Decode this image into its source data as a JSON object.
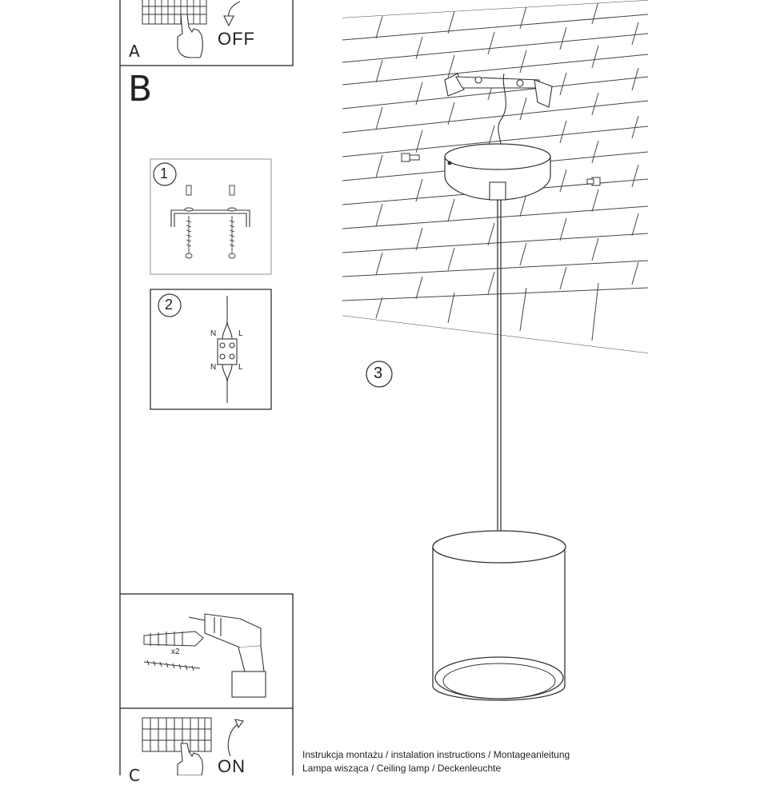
{
  "panels": {
    "a": {
      "letter": "A",
      "switch_state": "OFF"
    },
    "b": {
      "letter": "B",
      "steps": {
        "one": "1",
        "two": "2",
        "three": "3"
      },
      "wire_labels": {
        "neutral": "N",
        "live": "L"
      }
    },
    "c": {
      "letter": "C",
      "switch_state": "ON",
      "quantity": "x2"
    }
  },
  "captions": {
    "line1": "Instrukcja montażu / instalation instructions / Montageanleitung",
    "line2": "Lampa wisząca / Ceiling lamp / Deckenleuchte"
  },
  "colors": {
    "ink": "#222222",
    "paper": "#ffffff"
  },
  "icons": [
    "breaker-panel-icon",
    "hand-icon",
    "rotate-arrow-icon",
    "mounting-bracket-icon",
    "screw-icon",
    "wire-connector-icon",
    "wall-plug-icon",
    "drill-icon",
    "pendant-lamp-icon"
  ]
}
